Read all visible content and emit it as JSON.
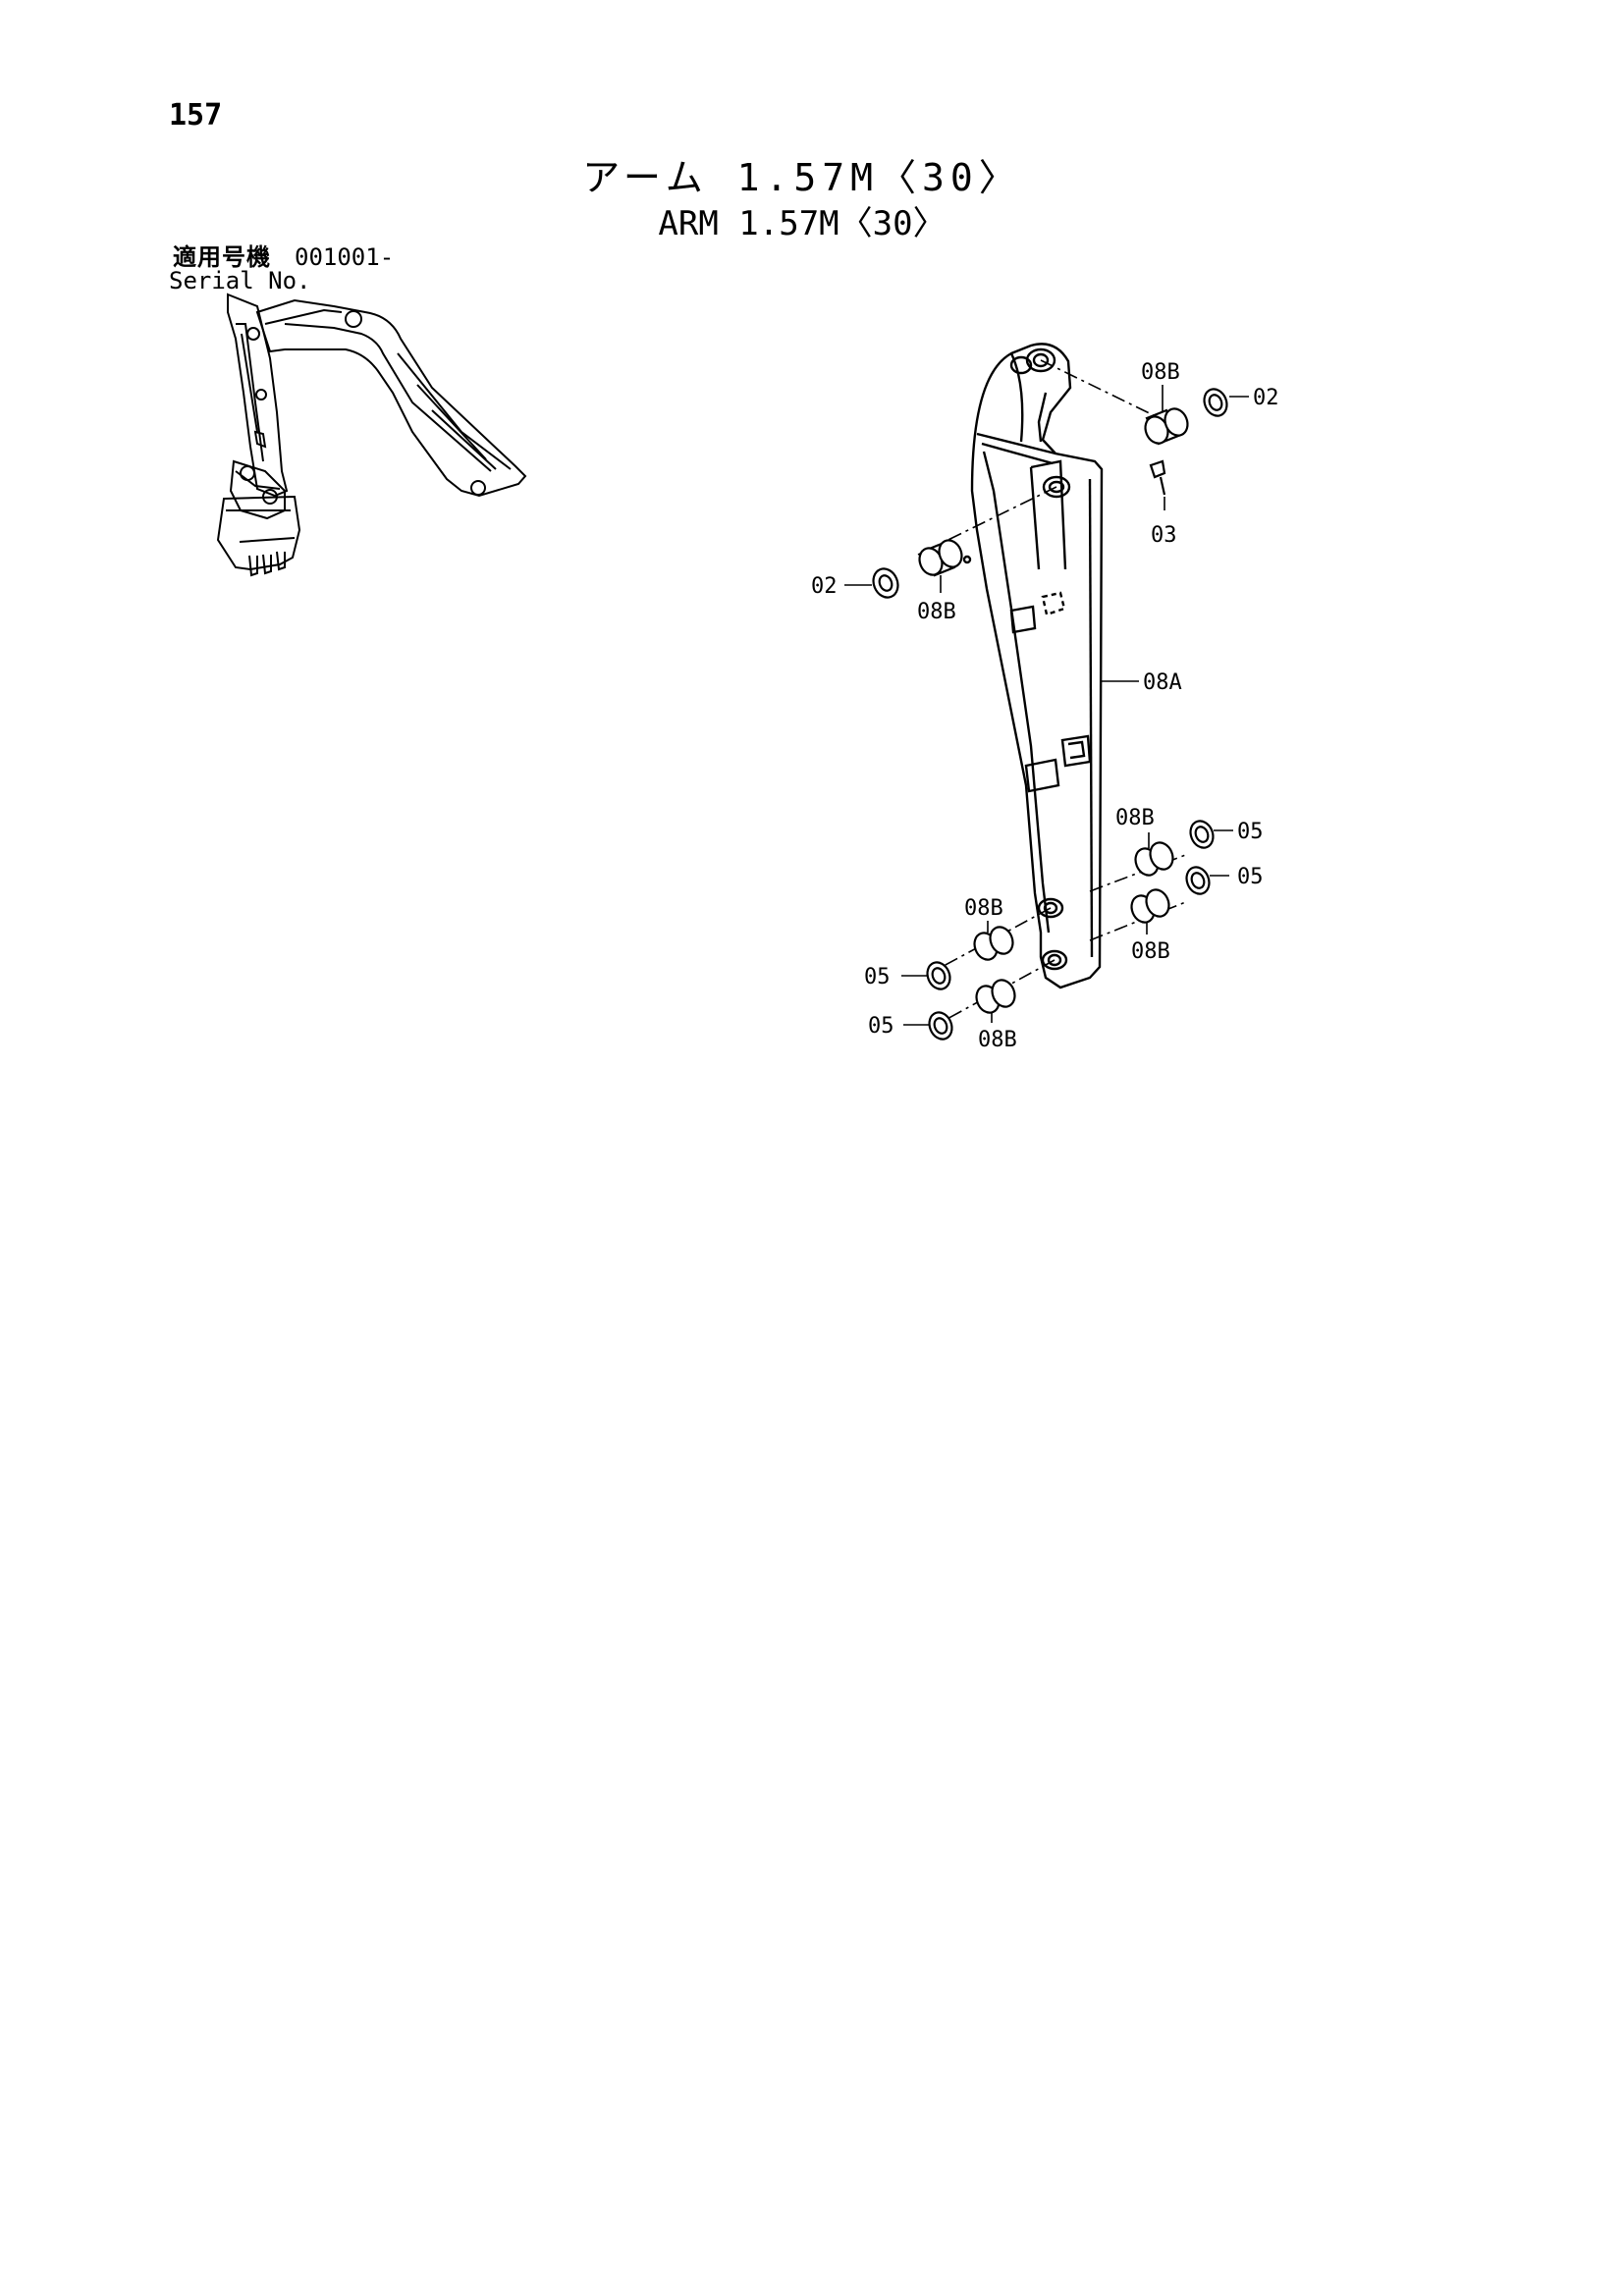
{
  "page": {
    "number": "157"
  },
  "title": {
    "japanese": "アーム 1.57M〈30〉",
    "english": "ARM 1.57M〈30〉"
  },
  "serial": {
    "label_jp": "適用号機",
    "value": "001001-",
    "label_en": "Serial No."
  },
  "callouts": {
    "c1": "08B",
    "c2": "02",
    "c3": "03",
    "c4": "02",
    "c5": "08B",
    "c6": "08A",
    "c7": "08B",
    "c8": "05",
    "c9": "05",
    "c10": "08B",
    "c11": "08B",
    "c12": "05",
    "c13": "05",
    "c14": "08B"
  }
}
